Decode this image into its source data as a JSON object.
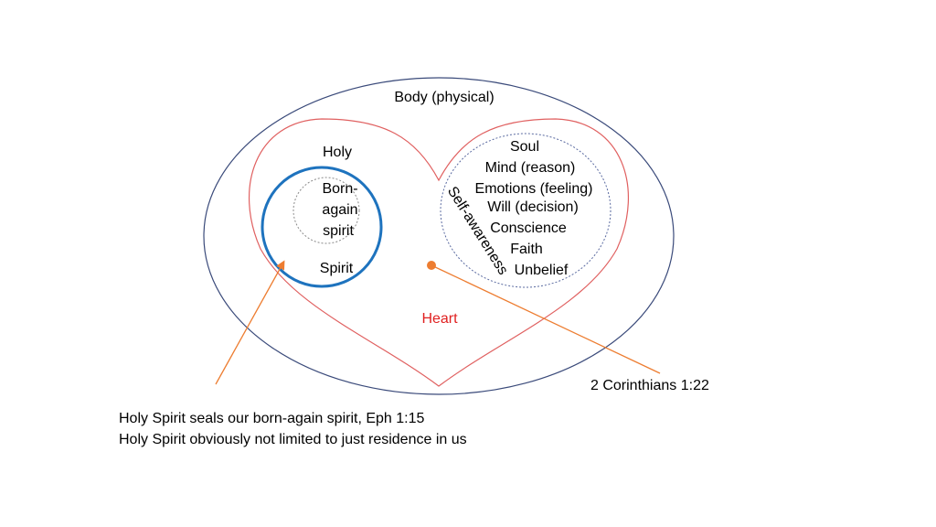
{
  "colors": {
    "body_outline": "#3a4a7a",
    "heart_outline": "#e06060",
    "heart_label": "#e02020",
    "spirit_circle": "#1e73be",
    "inner_dotted": "#8a8a8a",
    "soul_dotted": "#5a6aa0",
    "annotation": "#ed7d31"
  },
  "diagram": {
    "body_label": "Body (physical)",
    "heart_label": "Heart",
    "spirit": {
      "top_label": "Holy",
      "bottom_label": "Spirit",
      "inner_lines": [
        "Born-",
        "again",
        "spirit"
      ]
    },
    "soul": {
      "items": [
        "Soul",
        "Mind (reason)",
        "Emotions (feeling)",
        "Will (decision)",
        "Conscience",
        "Faith",
        "Unbelief"
      ],
      "side_label": "Self-awareness"
    }
  },
  "annotations": {
    "right_ref": "2 Corinthians 1:22",
    "bottom_lines": [
      "Holy Spirit seals our born-again spirit, Eph 1:15",
      "Holy Spirit obviously not limited to just residence in us"
    ]
  }
}
